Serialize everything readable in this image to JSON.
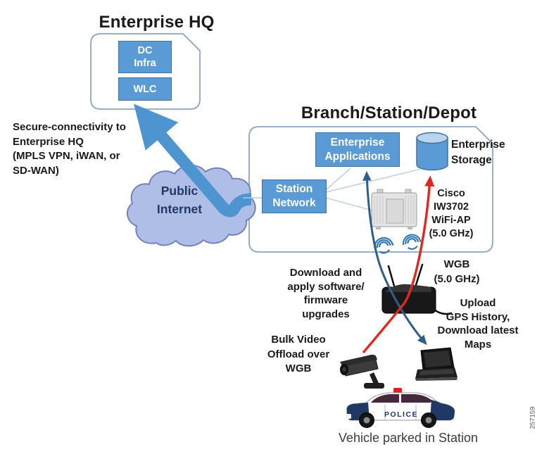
{
  "colors": {
    "accent_blue": "#5B9BD5",
    "accent_blue_border": "#41719C",
    "cloud_fill": "#AFBEE6",
    "cloud_stroke": "#7282BC",
    "container_stroke": "#8AA5C0",
    "thick_arrow_blue": "#4D94D0",
    "flow_blue": "#2F5D8C",
    "flow_red": "#E02820",
    "navy_text": "#1F3864"
  },
  "titles": {
    "hq": "Enterprise HQ",
    "branch": "Branch/Station/Depot"
  },
  "hq": {
    "dc_infra": [
      "DC",
      "Infra"
    ],
    "wlc": "WLC"
  },
  "branch": {
    "enterprise_applications": [
      "Enterprise",
      "Applications"
    ],
    "enterprise_storage": [
      "Enterprise",
      "Storage"
    ],
    "station_network": [
      "Station",
      "Network"
    ],
    "cisco_ap": [
      "Cisco",
      "IW3702",
      "WiFi-AP",
      "(5.0 GHz)"
    ]
  },
  "cloud": {
    "label": [
      "Public",
      "Internet"
    ]
  },
  "annotations": {
    "secure_connectivity": [
      "Secure-connectivity to",
      "Enterprise HQ",
      "(MPLS VPN, iWAN, or",
      "SD-WAN)"
    ],
    "wgb": [
      "WGB",
      "(5.0 GHz)"
    ],
    "download_upgrades": [
      "Download and",
      "apply software/",
      "firmware",
      "upgrades"
    ],
    "upload_gps": [
      "Upload",
      "GPS History,",
      "Download latest",
      "Maps"
    ],
    "bulk_video": [
      "Bulk Video",
      "Offload over",
      "WGB"
    ],
    "vehicle_caption": "Vehicle parked in Station",
    "figure_number": "257159"
  },
  "vehicle": {
    "police_marking": "POLICE"
  },
  "icons": {
    "cloud": "public-internet-cloud",
    "cylinder": "enterprise-storage-cylinder",
    "access_point": "cisco-iw3702-access-point",
    "wifi": "wifi-signal-waves",
    "router": "wgb-router",
    "camera": "cctv-camera",
    "laptop": "laptop",
    "police_car": "police-car",
    "thick_arrow": "secure-connectivity-arrow",
    "blue_flow": "software-download-flow-arrow",
    "red_flow": "bulk-video-offload-arrow"
  }
}
